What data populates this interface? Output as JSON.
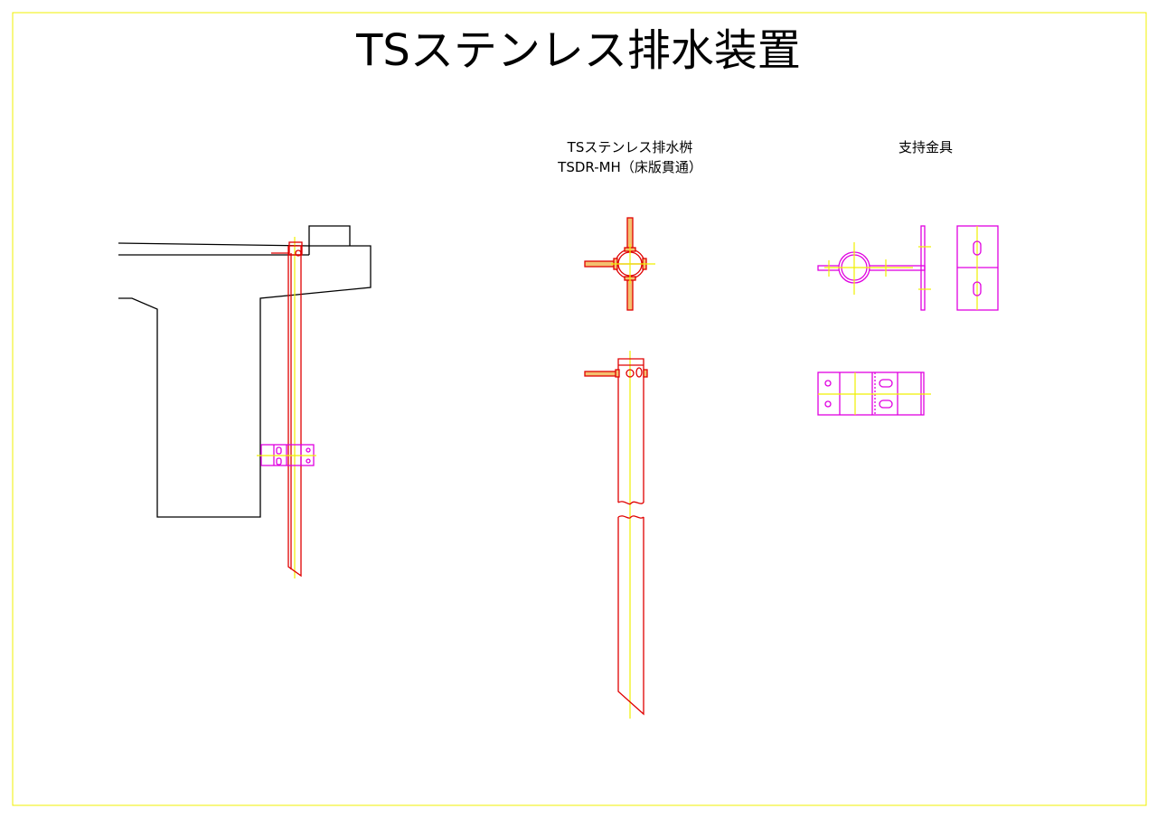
{
  "title": "TSステンレス排水装置",
  "views": {
    "catch_basin": {
      "title": "TSステンレス排水桝",
      "model": "TSDR-MH（床版貫通）"
    },
    "support_bracket": {
      "title": "支持金具"
    }
  },
  "colors": {
    "frame": "#f0f000",
    "pipe": "#e00000",
    "bracket": "#e000e0",
    "centerline": "#f0f000",
    "structure": "#000000"
  }
}
